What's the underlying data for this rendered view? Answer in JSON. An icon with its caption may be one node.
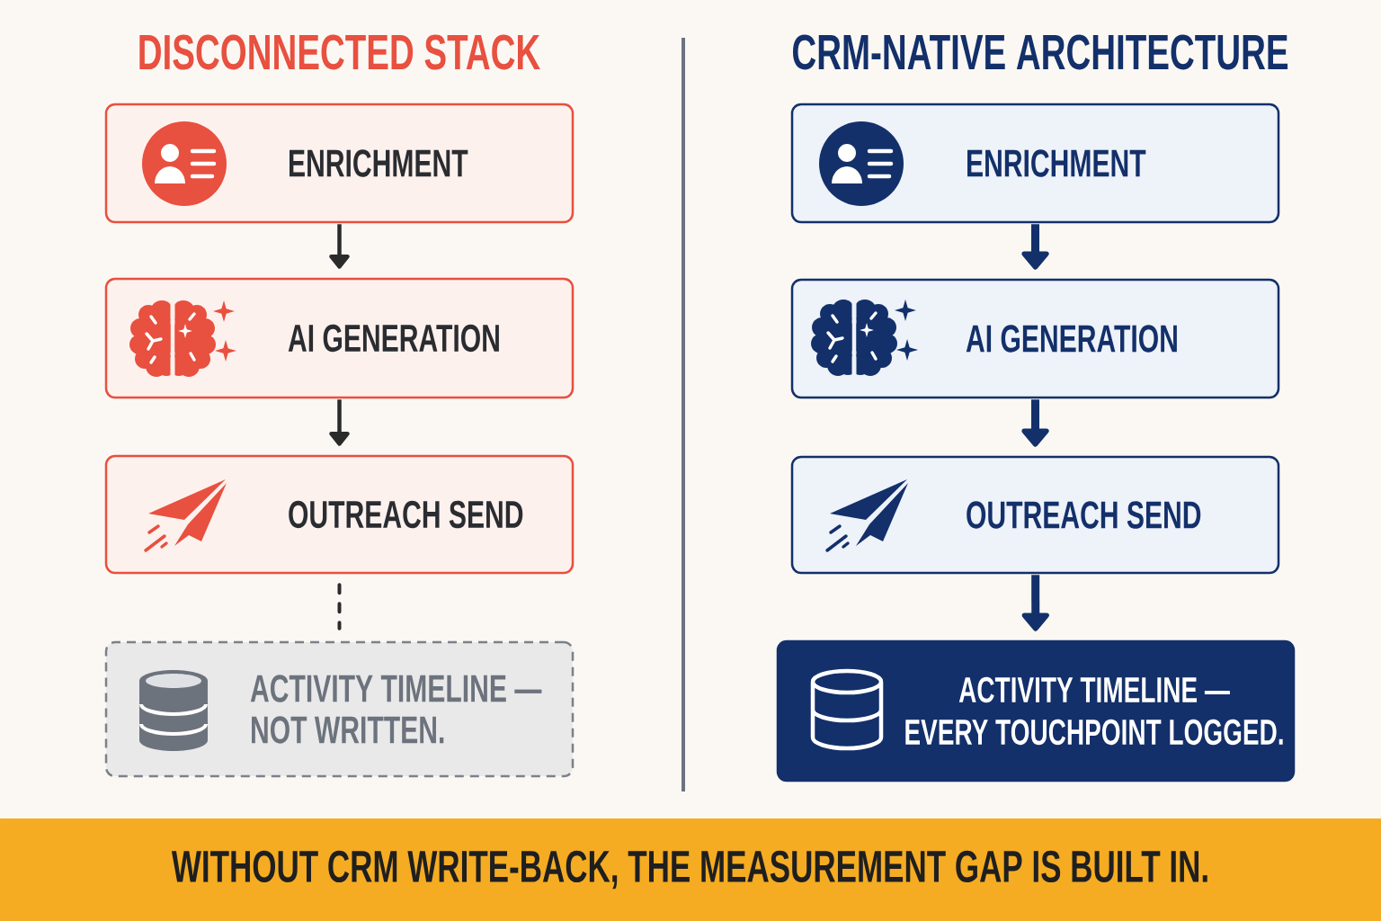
{
  "diagram": {
    "nodes": [
      {
        "text": [
          "ENRICHMENT"
        ]
      },
      {
        "text": [
          "AI GENERATION"
        ]
      },
      {
        "text": [
          "OUTREACH SEND"
        ]
      },
      {
        "text": [
          "ACTIVITY TIMELINE — NOT WRITTEN."
        ]
      },
      {
        "text": [
          "ENRICHMENT"
        ]
      },
      {
        "text": [
          "AI GENERATION"
        ]
      },
      {
        "text": [
          "OUTREACH SEND"
        ]
      },
      {
        "text": [
          "ACTIVITY TIMELINE — EVERY TOUCHPOINT LOGGED."
        ]
      },
      {
        "text": [
          "WITHOUT CRM WRITE-BACK, THE MEASUREMENT GAP IS BUILT IN."
        ]
      }
    ],
    "edges": [
      {
        "from": 0,
        "to": 1,
        "arrow": "to"
      },
      {
        "from": 1,
        "to": 2,
        "arrow": "to"
      },
      {
        "from": 2,
        "to": 3,
        "arrow": "none",
        "style": "dashed"
      },
      {
        "from": 4,
        "to": 5,
        "arrow": "to",
        "style": "thick",
        "color": "#13306a"
      },
      {
        "from": 5,
        "to": 6,
        "arrow": "to",
        "style": "thick",
        "color": "#13306a"
      },
      {
        "from": 6,
        "to": 7,
        "arrow": "to",
        "style": "thick",
        "color": "#13306a"
      }
    ],
    "labels": [
      "DISCONNECTED STACK",
      "CRM-NATIVE ARCHITECTURE"
    ]
  }
}
